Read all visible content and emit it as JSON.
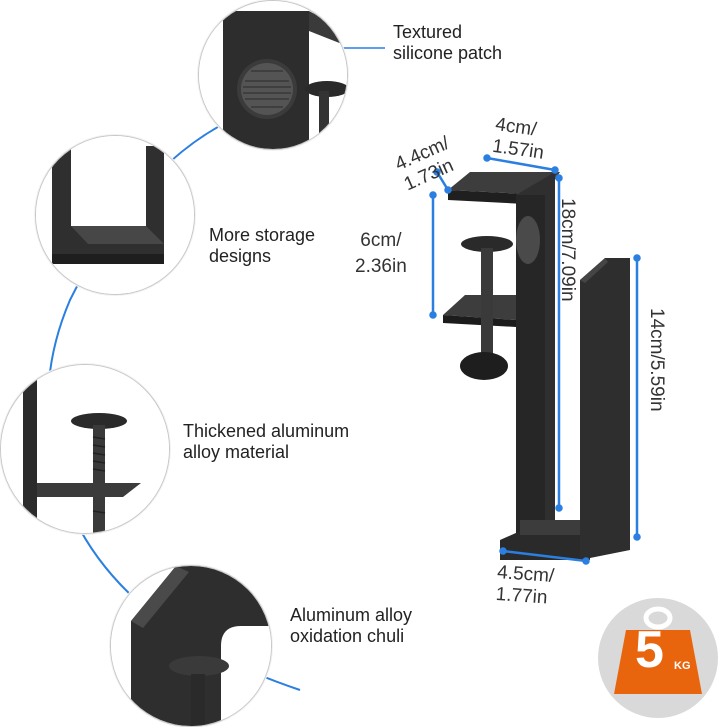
{
  "features": [
    {
      "label": "Textured\nsilicone patch",
      "icon": "silicone-patch-detail"
    },
    {
      "label": "More storage\ndesigns",
      "icon": "storage-slot-detail"
    },
    {
      "label": "Thickened aluminum\nalloy material",
      "icon": "clamp-screw-detail"
    },
    {
      "label": "Aluminum alloy\noxidation chuli",
      "icon": "rounded-corner-detail"
    }
  ],
  "dimensions": {
    "top_depth": "4.4cm/\n1.73in",
    "top_width": "4cm/\n1.57in",
    "clamp_opening": "6cm/\n2.36in",
    "total_height": "18cm/7.09in",
    "hook_height": "14cm/5.59in",
    "bottom_width": "4.5cm/\n1.77in",
    "bottom_width_overlap": "4.5cm/"
  },
  "badge": {
    "value": "5",
    "unit": "KG",
    "color": "#e8650e"
  },
  "colors": {
    "accent_line": "#2a7fe0",
    "product": "#2b2b2b"
  }
}
